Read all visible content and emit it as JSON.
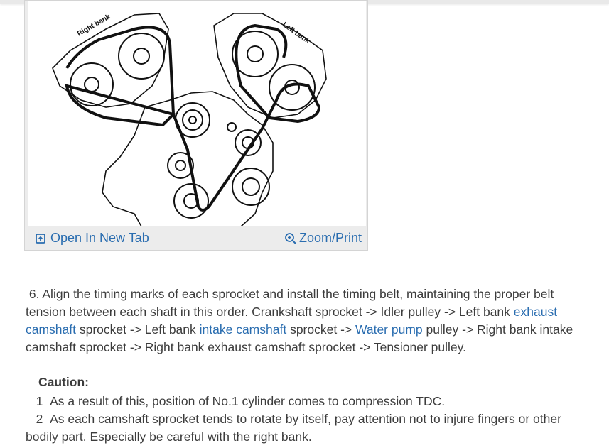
{
  "figure": {
    "labels": {
      "right_bank": "Right bank",
      "left_bank": "Left bank"
    },
    "open_tab_label": "Open In New Tab",
    "zoom_print_label": "Zoom/Print",
    "link_color": "#2a6db0"
  },
  "step6": {
    "number": "6.",
    "t1": " Align the timing marks of each sprocket and install the timing belt, maintaining the proper belt tension between each shaft in this order. Crankshaft sprocket -> Idler pulley -> Left bank ",
    "link1": "exhaust camshaft",
    "t2": " sprocket -> Left bank ",
    "link2": "intake camshaft",
    "t3": " sprocket -> ",
    "link3": "Water pump",
    "t4": " pulley -> Right bank intake camshaft sprocket -> Right bank exhaust camshaft sprocket -> Tensioner pulley."
  },
  "caution": {
    "title": "Caution:",
    "items": [
      {
        "num": "1",
        "text": "As a result of this, position of No.1 cylinder comes to compression TDC."
      },
      {
        "num": "2",
        "text": "As each camshaft sprocket tends to rotate by itself, pay attention not to injure fingers or other bodily part. Especially be careful with the right bank."
      }
    ]
  }
}
